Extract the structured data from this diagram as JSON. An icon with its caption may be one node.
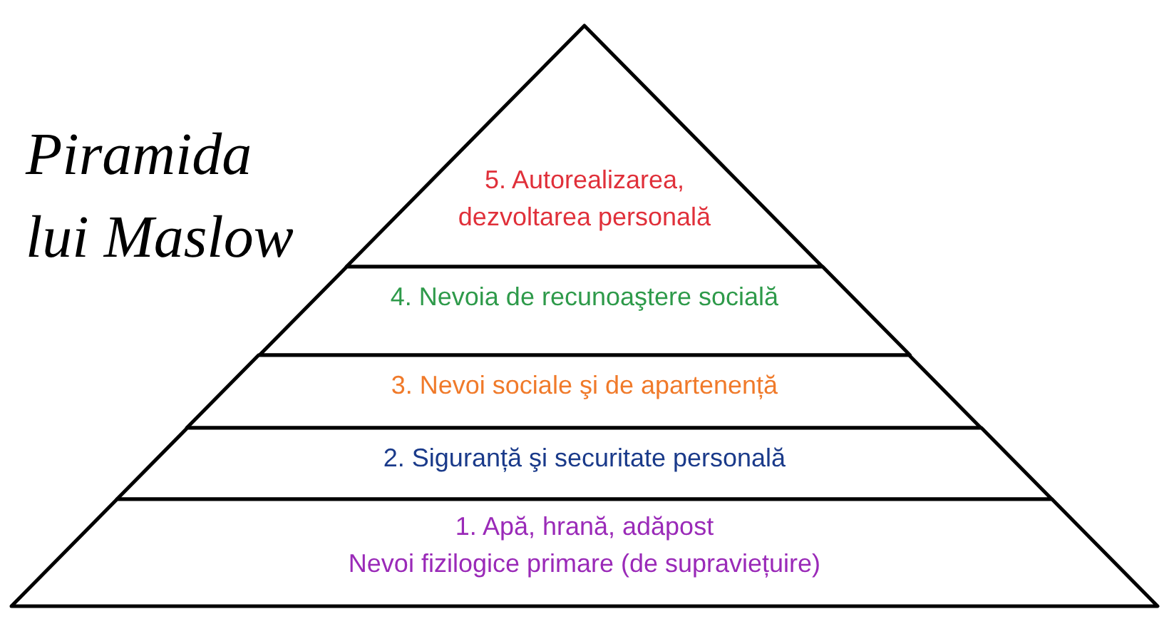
{
  "diagram": {
    "title": "Piramida lui Maslow",
    "nodes": [
      {
        "text": [
          "5. Autorealizarea, dezvoltarea personală"
        ]
      },
      {
        "text": [
          "4. Nevoia de recunoaştere socială"
        ]
      },
      {
        "text": [
          "3. Nevoi sociale şi de apartenență"
        ]
      },
      {
        "text": [
          "2. Siguranță şi securitate personală"
        ]
      },
      {
        "text": [
          "1. Apă, hrană, adăpost",
          "Nevoi fizilogice primare (de supraviețuire)"
        ]
      }
    ]
  }
}
